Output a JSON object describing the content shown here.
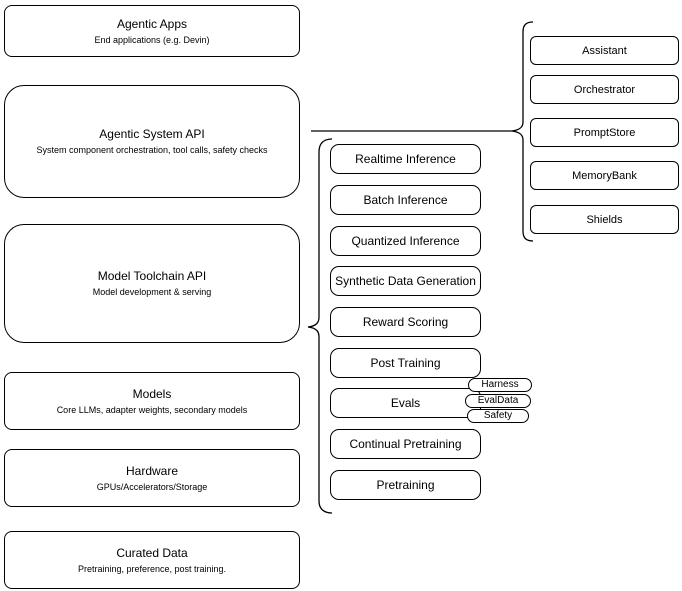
{
  "diagram": {
    "left_stack": [
      {
        "title": "Agentic Apps",
        "subtitle": "End applications (e.g. Devin)"
      },
      {
        "title": "Agentic System API",
        "subtitle": "System component orchestration, tool calls, safety checks"
      },
      {
        "title": "Model Toolchain API",
        "subtitle": "Model development & serving"
      },
      {
        "title": "Models",
        "subtitle": "Core LLMs, adapter weights, secondary models"
      },
      {
        "title": "Hardware",
        "subtitle": "GPUs/Accelerators/Storage"
      },
      {
        "title": "Curated Data",
        "subtitle": "Pretraining, preference, post training."
      }
    ],
    "toolchain_items": [
      "Realtime Inference",
      "Batch Inference",
      "Quantized Inference",
      "Synthetic Data Generation",
      "Reward Scoring",
      "Post Training",
      "Evals",
      "Continual Pretraining",
      "Pretraining"
    ],
    "eval_tags": [
      "Harness",
      "EvalData",
      "Safety"
    ],
    "system_components": [
      "Assistant",
      "Orchestrator",
      "PromptStore",
      "MemoryBank",
      "Shields"
    ],
    "colors": {
      "stroke": "#000000",
      "fill": "#ffffff",
      "text": "#000000",
      "background": "#ffffff"
    }
  }
}
